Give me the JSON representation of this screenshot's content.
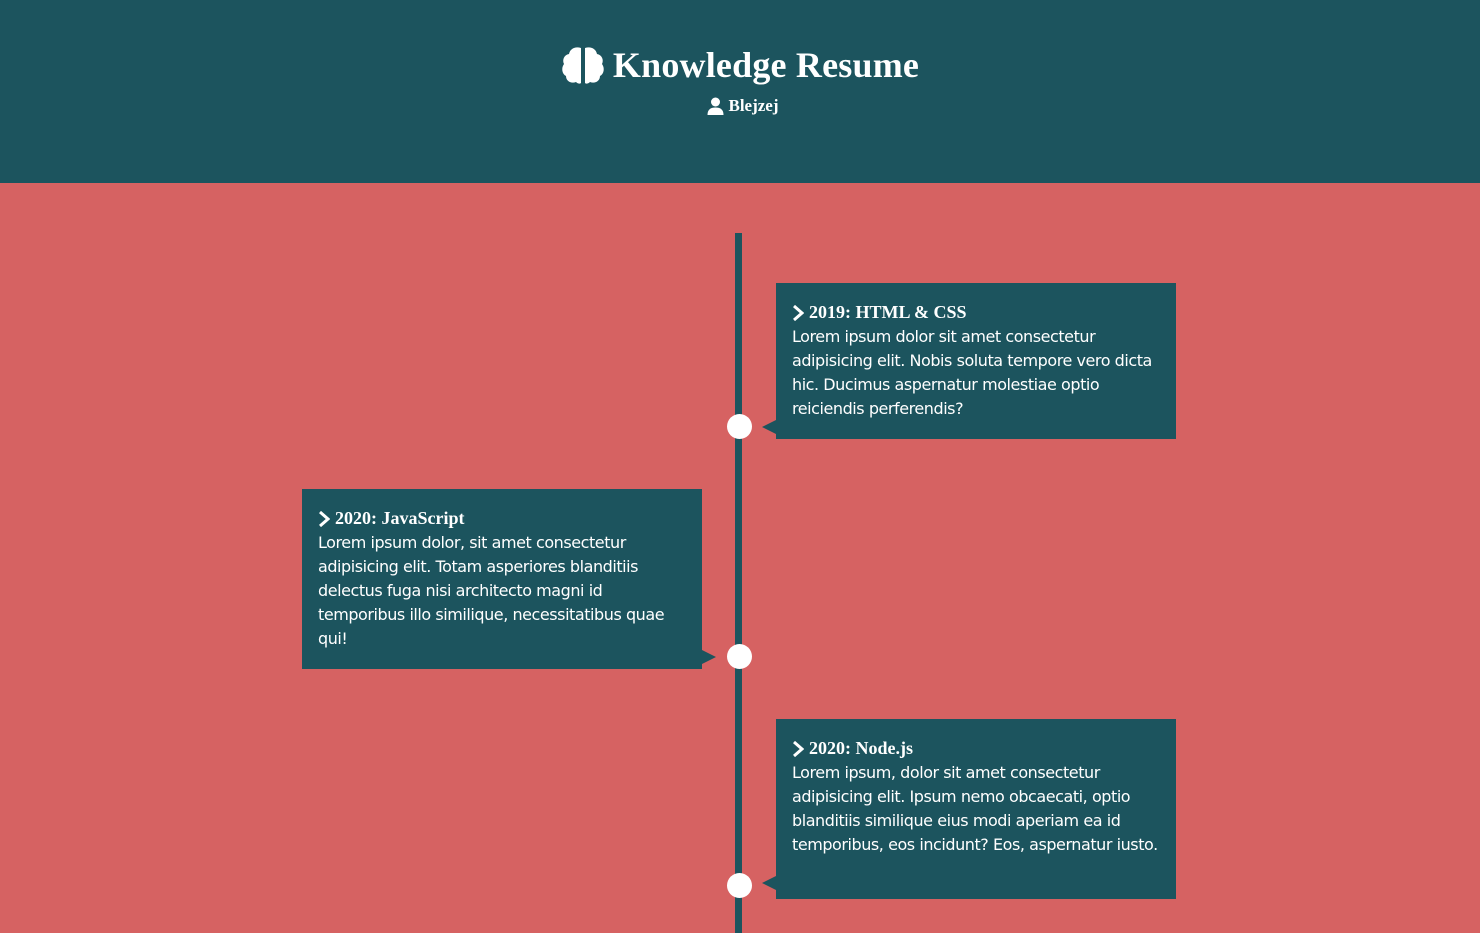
{
  "header": {
    "title": "Knowledge Resume",
    "user": "Blejzej",
    "icon": "brain-icon",
    "user_icon": "user-icon"
  },
  "colors": {
    "background": "#d66262",
    "primary": "#1c545e",
    "text": "#ffffff"
  },
  "timeline": [
    {
      "title": "2019: HTML & CSS",
      "text": "Lorem ipsum dolor sit amet consectetur adipisicing elit. Nobis soluta tempore vero dicta hic. Ducimus aspernatur molestiae optio reiciendis perferendis?",
      "side": "right"
    },
    {
      "title": "2020: JavaScript",
      "text": "Lorem ipsum dolor, sit amet consectetur adipisicing elit. Totam asperiores blanditiis delectus fuga nisi architecto magni id temporibus illo similique, necessitatibus quae qui!",
      "side": "left"
    },
    {
      "title": "2020: Node.js",
      "text": "Lorem ipsum, dolor sit amet consectetur adipisicing elit. Ipsum nemo obcaecati, optio blanditiis similique eius modi aperiam ea id temporibus, eos incidunt? Eos, aspernatur iusto.",
      "side": "right"
    }
  ]
}
